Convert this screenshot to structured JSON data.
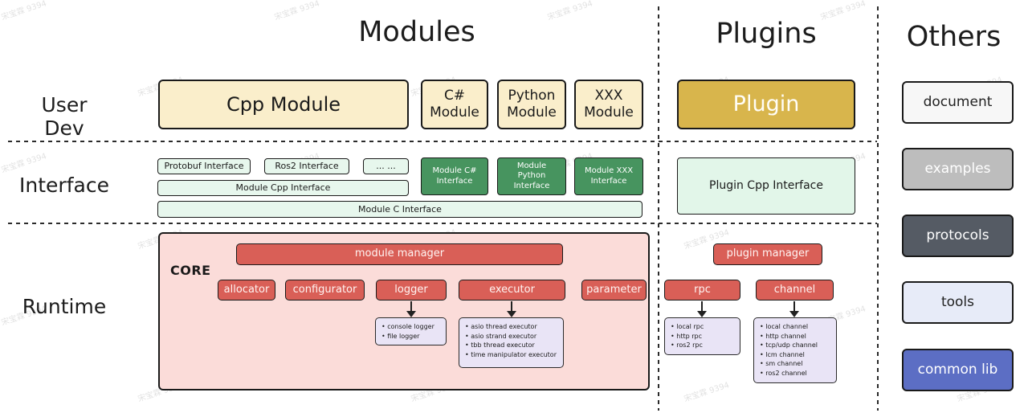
{
  "watermark": "宋宝霖 9394",
  "sections": {
    "modules": "Modules",
    "plugins": "Plugins",
    "others": "Others"
  },
  "rows": {
    "user_dev": "User Dev",
    "interface": "Interface",
    "runtime": "Runtime"
  },
  "user_dev": {
    "cpp_module": "Cpp Module",
    "csharp_module": "C# Module",
    "python_module": "Python Module",
    "xxx_module": "XXX Module",
    "plugin": "Plugin"
  },
  "interface": {
    "protobuf": "Protobuf Interface",
    "ros2": "Ros2 Interface",
    "dots": "... ...",
    "module_cpp": "Module Cpp Interface",
    "module_c": "Module C Interface",
    "module_csharp": "Module C# Interface",
    "module_python": "Module Python Interface",
    "module_xxx": "Module XXX Interface",
    "plugin_cpp": "Plugin Cpp Interface"
  },
  "runtime": {
    "core": "CORE",
    "module_manager": "module manager",
    "plugin_manager": "plugin manager",
    "components": [
      "allocator",
      "configurator",
      "logger",
      "executor",
      "parameter",
      "rpc",
      "channel"
    ],
    "logger_impls": [
      "console logger",
      "file logger"
    ],
    "executor_impls": [
      "asio thread executor",
      "asio strand executor",
      "tbb thread executor",
      "time manipulator executor"
    ],
    "rpc_impls": [
      "local rpc",
      "http rpc",
      "ros2 rpc"
    ],
    "channel_impls": [
      "local channel",
      "http channel",
      "tcp/udp channel",
      "lcm channel",
      "sm channel",
      "ros2 channel"
    ]
  },
  "others": {
    "items": [
      {
        "label": "document",
        "bg": "#f7f7f7",
        "fg": "#222222"
      },
      {
        "label": "examples",
        "bg": "#bdbdbd",
        "fg": "#ffffff"
      },
      {
        "label": "protocols",
        "bg": "#555b64",
        "fg": "#ffffff"
      },
      {
        "label": "tools",
        "bg": "#e7ebf8",
        "fg": "#222222"
      },
      {
        "label": "common lib",
        "bg": "#5c6ec4",
        "fg": "#ffffff"
      }
    ]
  }
}
